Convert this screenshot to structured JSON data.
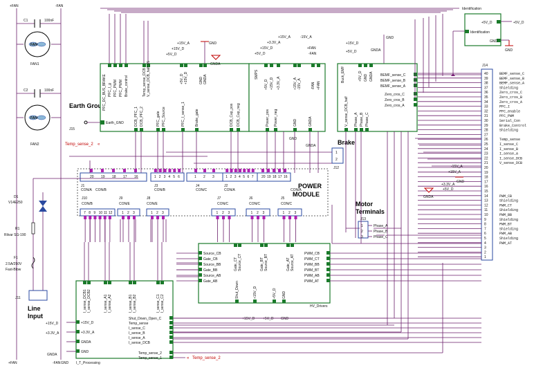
{
  "fan": {
    "top_labels": [
      "+FAN",
      "-FAN"
    ],
    "caps": [
      {
        "ref": "C1",
        "val": "100nF"
      },
      {
        "ref": "C2",
        "val": "100nF"
      }
    ],
    "fans": [
      {
        "label": "FAN",
        "ref": "FAN1"
      },
      {
        "label": "FAN",
        "ref": "FAN2"
      }
    ],
    "bottom_labels": [
      "+FAN",
      "-FAN"
    ]
  },
  "earth": {
    "title": "Earth Ground",
    "ref": "J15",
    "pin": "Earth_GND"
  },
  "pfc": {
    "top_pins": [
      "PFC_I_g",
      "PFC_PWM",
      "PFC_PWM",
      "Brake_control"
    ],
    "header": "PFC_DC_BUS_BRAKE",
    "pins2": [
      "Temp_sense_DCB",
      "V_sense_DCB_half_15"
    ],
    "pwr_pins": [
      "+5V_D",
      "+15V_D",
      "GND",
      "GNDA"
    ],
    "bottom_pins": [
      "DCB_PFC_1",
      "DCB_PFC_2",
      "PFC_gate",
      "PFC_Source",
      "PFC_I_sense_1",
      "Brake_gate",
      "DCB_Cap_pos",
      "DCB_Cap_neg"
    ],
    "pwr_labels": [
      "+15V_A",
      "+15V_D",
      "+5V_D"
    ],
    "gnd": "GND",
    "gnda": "GNDA"
  },
  "smps": {
    "header": "SMPS",
    "pins": [
      "+5V_D",
      "+15V_D",
      "+3.3V_A",
      "+15V_A",
      "-15V_A",
      "-FAN",
      "+FAN"
    ],
    "bottom_pins": [
      "Power_pos",
      "Power_neg",
      "GND",
      "GNDA"
    ],
    "pwr_labels": [
      "+15V_A",
      "+3.3V_A",
      "+15V_D",
      "+5V_D",
      "-15V_A",
      "+FAN",
      "-FAN"
    ],
    "gnd": "GND",
    "gnda": "GNDA"
  },
  "buck": {
    "header": "Buck_EMF",
    "pins": [
      "+5V_D",
      "GND",
      "GNDA"
    ],
    "bemf": [
      "BEMF_sense_C",
      "BEMF_sense_B",
      "BEMF_sense_A"
    ],
    "zero": [
      "Zero_cros_C",
      "Zero_cros_B",
      "Zero_cros_A"
    ],
    "bottom_pins": [
      "V_sense_DCB_half",
      "Phase_A",
      "Phase_B",
      "Phase_C"
    ],
    "pwr_labels": [
      "+15V_D",
      "+5V_D"
    ],
    "gnd": "GND",
    "gnda": "GNDA"
  },
  "ident": {
    "title": "Identification",
    "pin1": "+5V_D",
    "pin2": "Identification",
    "pin3": "GND",
    "out": "+5V_D",
    "gnd": "GND"
  },
  "j14": {
    "ref": "J14",
    "rows": [
      {
        "n": "40",
        "sig": "BEMF_sense_C"
      },
      {
        "n": "39",
        "sig": "BEMF_sense_B"
      },
      {
        "n": "38",
        "sig": "BEMF_sense_A"
      },
      {
        "n": "37",
        "sig": "Shielding"
      },
      {
        "n": "36",
        "sig": "Zero_cros_C"
      },
      {
        "n": "35",
        "sig": "Zero_cros_B"
      },
      {
        "n": "34",
        "sig": "Zero_cros_A"
      },
      {
        "n": "33",
        "sig": "PFC_I"
      },
      {
        "n": "32",
        "sig": "PFC_enable"
      },
      {
        "n": "31",
        "sig": "PFC_PWM"
      },
      {
        "n": "30",
        "sig": "Serial_Con"
      },
      {
        "n": "29",
        "sig": "Brake_Control"
      },
      {
        "n": "28",
        "sig": "Shielding"
      },
      {
        "n": "27",
        "sig": ""
      },
      {
        "n": "26",
        "sig": "Temp_sense"
      },
      {
        "n": "25",
        "sig": "I_sense_C"
      },
      {
        "n": "24",
        "sig": "I_sense_B"
      },
      {
        "n": "23",
        "sig": "I_sense_A"
      },
      {
        "n": "22",
        "sig": "I_sense_DCB"
      },
      {
        "n": "21",
        "sig": "V_sense_DCB"
      },
      {
        "n": "20",
        "sig": ""
      },
      {
        "n": "19",
        "sig": ""
      },
      {
        "n": "18",
        "sig": ""
      },
      {
        "n": "17",
        "sig": ""
      },
      {
        "n": "16",
        "sig": ""
      },
      {
        "n": "15",
        "sig": ""
      },
      {
        "n": "14",
        "sig": "PWM_CB"
      },
      {
        "n": "13",
        "sig": "Shielding"
      },
      {
        "n": "12",
        "sig": "PWM_CT"
      },
      {
        "n": "11",
        "sig": "Shielding"
      },
      {
        "n": "10",
        "sig": "PWM_BB"
      },
      {
        "n": "9",
        "sig": "Shielding"
      },
      {
        "n": "8",
        "sig": "PWM_BT"
      },
      {
        "n": "7",
        "sig": "Shielding"
      },
      {
        "n": "6",
        "sig": "PWM_AB"
      },
      {
        "n": "5",
        "sig": "Shielding"
      },
      {
        "n": "4",
        "sig": "PWM_AT"
      },
      {
        "n": "3",
        "sig": ""
      },
      {
        "n": "2",
        "sig": ""
      },
      {
        "n": "1",
        "sig": ""
      }
    ],
    "pwr": [
      "-15V_A",
      "+15V_A",
      "+3.3V_A",
      "+5V_D"
    ],
    "gnd": "GND",
    "gnda": "GNDA"
  },
  "temp_top": "Temp_sense_2",
  "temp_bot": "Temp_sense_2",
  "brake": {
    "title": "Brake",
    "ref": "J12",
    "pins": [
      "1",
      "2"
    ]
  },
  "power_module": {
    "title": "POWER MODULE",
    "top": [
      {
        "ref": "J1",
        "name": "CON/A",
        "pins": [
          "20",
          "19",
          "18",
          "17",
          "16"
        ]
      },
      {
        "ref": "J3",
        "name": "CON/B",
        "pins": [
          "1",
          "2",
          "3",
          "4",
          "5",
          "6"
        ]
      },
      {
        "ref": "J4",
        "name": "CON/C",
        "pins": [
          "1",
          "2",
          "3"
        ]
      },
      {
        "ref": "J2",
        "name": "CON/A",
        "pins": [
          "1",
          "2",
          "3",
          "4",
          "5",
          "6",
          "7"
        ]
      },
      {
        "ref": "",
        "name": "",
        "pins": [
          "20",
          "19",
          "18",
          "17",
          "16"
        ]
      }
    ],
    "bottom": [
      {
        "ref": "J10",
        "name": "CON/B",
        "pins": [
          "7",
          "8",
          "9",
          "10",
          "11",
          "12"
        ]
      },
      {
        "ref": "J9",
        "name": "CON/E",
        "pins": [
          "1",
          "2",
          "3"
        ]
      },
      {
        "ref": "J8",
        "name": "CON/E",
        "pins": [
          "1",
          "2",
          "3"
        ]
      },
      {
        "ref": "J7",
        "name": "CON/C",
        "pins": [
          "1",
          "2",
          "3"
        ]
      },
      {
        "ref": "J6",
        "name": "CON/C",
        "pins": [
          "1",
          "2",
          "3"
        ]
      },
      {
        "ref": "J5",
        "name": "CON/C",
        "pins": [
          "1",
          "2",
          "3"
        ]
      }
    ],
    "top_names": [
      "CON/B",
      "CON/A"
    ]
  },
  "motor": {
    "title": "Motor Terminals",
    "ref": "J13",
    "pins": [
      "1",
      "2",
      "3"
    ],
    "phases": [
      "Phase_A",
      "Phase_B",
      "Phase_C"
    ]
  },
  "line": {
    "d1_ref": "D1",
    "d1_val": "V14E250",
    "r1_ref": "R1",
    "r1_val": "Rilvar SG-190",
    "f1_ref": "F1",
    "f1_val": "2.5A/250V Fast-Blow",
    "j11": "J11",
    "title": "Line Input"
  },
  "hv": {
    "title": "HV_Drivers",
    "left_pins": [
      "Source_CB",
      "Gate_CB",
      "Source_BB",
      "Gate_BB",
      "Source_AB",
      "Gate_AB"
    ],
    "top_pins": [
      "Gate_CT",
      "Source_CT",
      "Gate_BT",
      "Source_BT",
      "Gate_AT",
      "Source_AT"
    ],
    "right_pins": [
      "PWM_CB",
      "PWM_CT",
      "PWM_BB",
      "PWM_BT",
      "PWM_AB",
      "PWM_AT"
    ],
    "bottom_pins": [
      "Shut_Down",
      "+15V_D",
      "+5V_D",
      "GND"
    ],
    "pwr_labels": [
      "+15V_D",
      "+5V_D"
    ],
    "gnd": "GND"
  },
  "itp": {
    "title": "I_T_Processing",
    "top_pins": [
      "I_sense_DCB1",
      "I_sense_DCB2",
      "I_sense_A1",
      "I_sense_A2",
      "I_sense_B1",
      "I_sense_B2",
      "I_sense_C1",
      "I_sense_C2"
    ],
    "left_pins": [
      "+15V_D",
      "+3.3V_A",
      "GNDA",
      "GND"
    ],
    "right_pins": [
      "Shut_Down_Open_C",
      "Temp_sense",
      "I_sense_C",
      "I_sense_B",
      "I_sense_A",
      "I_sense_DCB"
    ],
    "right_bottom": [
      "Temp_sense_2",
      "Temp_sense_1"
    ],
    "pwr_labels": [
      "+15V_D",
      "+3.3V_A"
    ],
    "gnda": "GNDA",
    "gnd": "GND"
  }
}
